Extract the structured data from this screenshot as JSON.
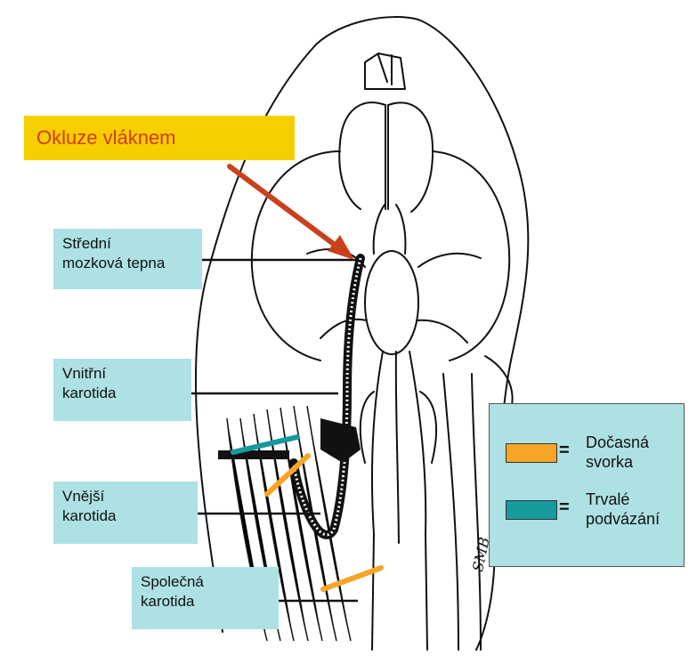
{
  "banner": {
    "text": "Okluze vláknem"
  },
  "callouts": {
    "mca": {
      "line1": "Střední",
      "line2": "mozková tepna"
    },
    "ica": {
      "line1": "Vnitřní",
      "line2": "karotida"
    },
    "eca": {
      "line1": "Vnější",
      "line2": "karotida"
    },
    "cca": {
      "line1": "Společná",
      "line2": "karotida"
    }
  },
  "legend": {
    "temporary": {
      "swatch_color": "#f7a527",
      "symbol": "=",
      "line1": "Dočasná",
      "line2": "svorka"
    },
    "permanent": {
      "swatch_color": "#17999e",
      "symbol": "=",
      "line1": "Trvalé",
      "line2": "podvázání"
    }
  },
  "signature": "SMB",
  "colors": {
    "label_background": "#aee1e3",
    "banner_background": "#f7cf00",
    "banner_text": "#d33a12",
    "arrow": "#c8411c",
    "temporary_clip": "#f7a527",
    "permanent_ligation": "#17999e"
  }
}
